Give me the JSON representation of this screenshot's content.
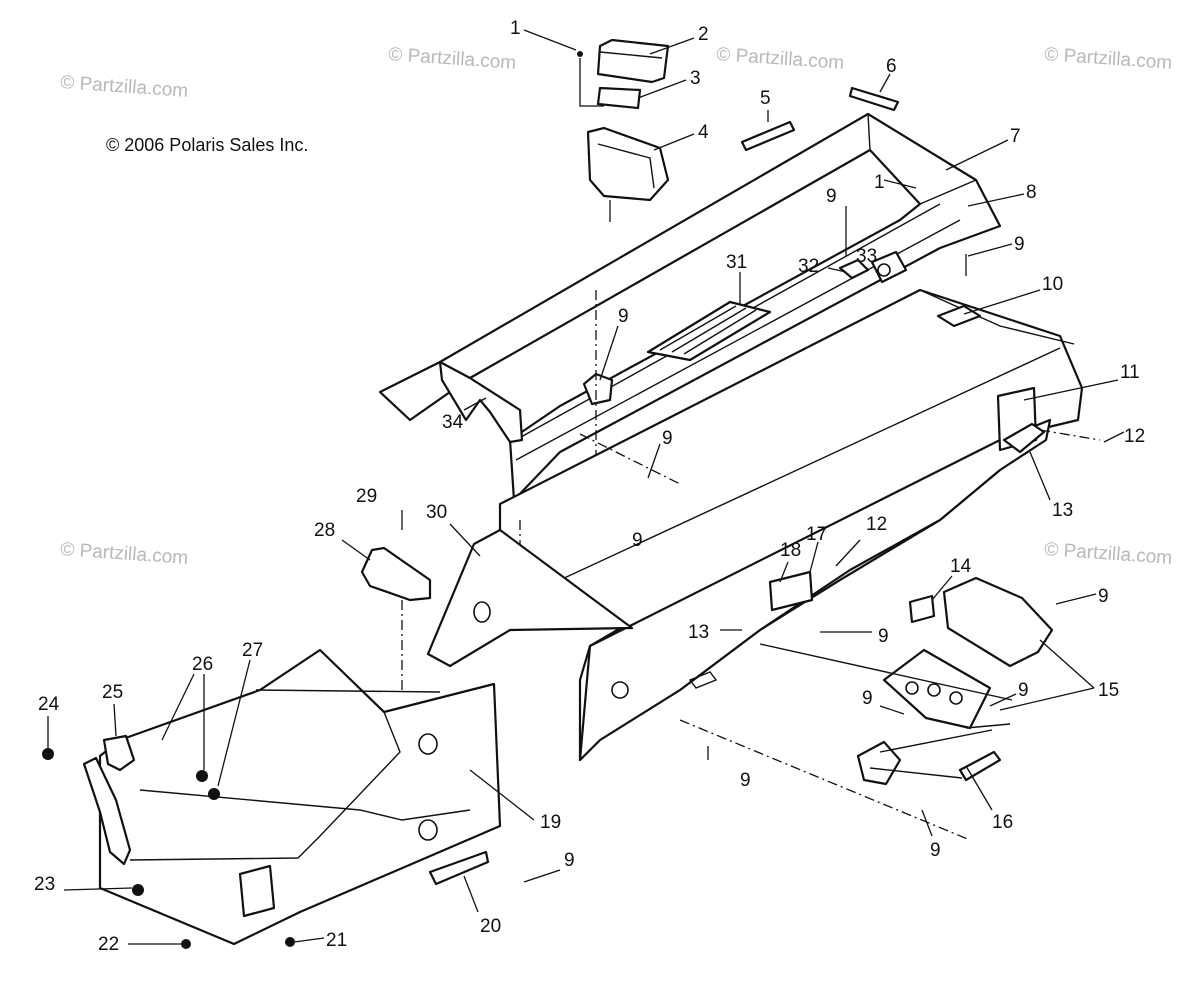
{
  "copyright": "© 2006 Polaris Sales Inc.",
  "watermark": "© Partzilla.com",
  "callouts": [
    "1",
    "2",
    "3",
    "4",
    "5",
    "6",
    "7",
    "1",
    "8",
    "9",
    "9",
    "33",
    "32",
    "31",
    "10",
    "9",
    "11",
    "12",
    "34",
    "9",
    "9",
    "13",
    "29",
    "28",
    "30",
    "17",
    "18",
    "12",
    "13",
    "9",
    "14",
    "9",
    "15",
    "9",
    "9",
    "26",
    "27",
    "24",
    "25",
    "9",
    "16",
    "19",
    "9",
    "9",
    "23",
    "20",
    "22",
    "21"
  ]
}
